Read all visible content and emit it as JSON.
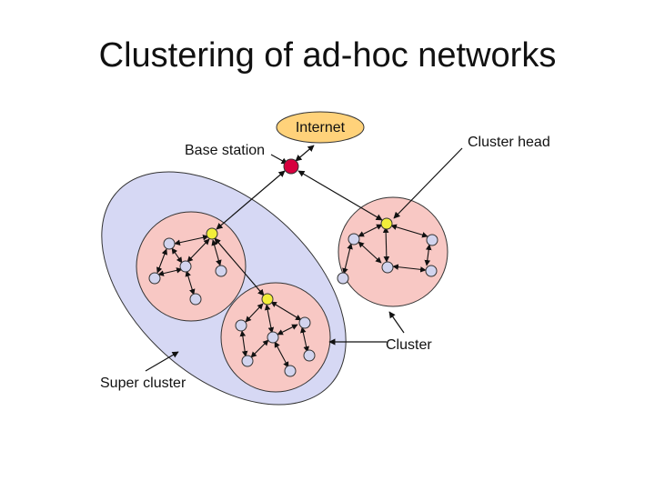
{
  "slide": {
    "title": "Clustering of ad-hoc networks"
  },
  "labels": {
    "internet": "Internet",
    "base_station": "Base station",
    "cluster_head": "Cluster head",
    "cluster": "Cluster",
    "super_cluster": "Super cluster"
  },
  "colors": {
    "internet_fill": "#FFD27A",
    "super_cluster_fill": "#D6D8F4",
    "cluster_fill": "#F8C8C4",
    "node_fill": "#D2D4EE",
    "cluster_head_fill": "#F2EE3A",
    "base_station_fill": "#D6003E"
  }
}
